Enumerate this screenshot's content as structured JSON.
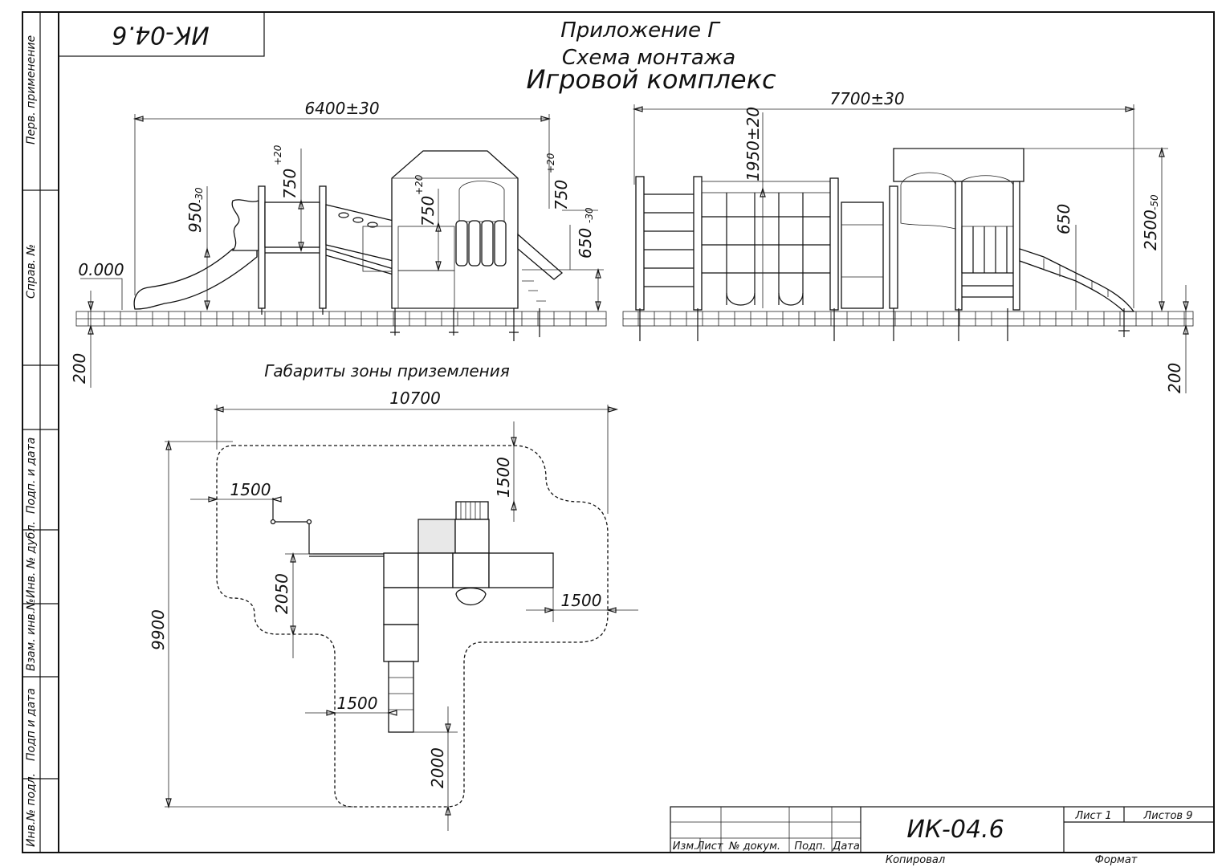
{
  "stamp_code_mirrored": "ИК-04.6",
  "header": {
    "appendix": "Приложение Г",
    "scheme": "Схема монтажа",
    "product": "Игровой комплекс"
  },
  "side_stamp": {
    "perv_primenenie": "Перв. применение",
    "sprav_no": "Справ. №",
    "podp_i_data_1": "Подп. и дата",
    "inv_no_dubl": "Инв. № дубл.",
    "vzam_inv_no": "Взам. инв.№",
    "podp_i_data_2": "Подп и дата",
    "inv_no_podl": "Инв.№ подл."
  },
  "front_view": {
    "width_dim": "6400±30",
    "h_950": "950",
    "h_950_tol": "-30",
    "h_750_a": "750",
    "h_750_a_tol": "+20",
    "h_750_b": "750",
    "h_750_b_tol": "+20",
    "h_750_c": "750",
    "h_750_c_tol": "+20",
    "h_650": "650",
    "h_650_tol": "-30",
    "ground_level": "0.000",
    "depth_200": "200"
  },
  "side_view": {
    "width_dim": "7700±30",
    "h_1950": "1950±20",
    "h_650": "650",
    "h_2500": "2500",
    "h_2500_tol": "-50",
    "depth_200": "200"
  },
  "plan": {
    "title": "Габариты зоны приземления",
    "width_dim": "10700",
    "height_dim": "9900",
    "dim_1500_left": "1500",
    "dim_1500_top": "1500",
    "dim_2050": "2050",
    "dim_1500_right": "1500",
    "dim_1500_bottom": "1500",
    "dim_2000": "2000"
  },
  "title_block": {
    "code": "ИК-04.6",
    "izm": "Изм.",
    "list": "Лист",
    "doc_no": "№ докум.",
    "podp": "Подп.",
    "data": "Дата",
    "sheet": "Лист 1",
    "sheets": "Листов 9",
    "kopiroval": "Копировал",
    "format": "Формат"
  }
}
